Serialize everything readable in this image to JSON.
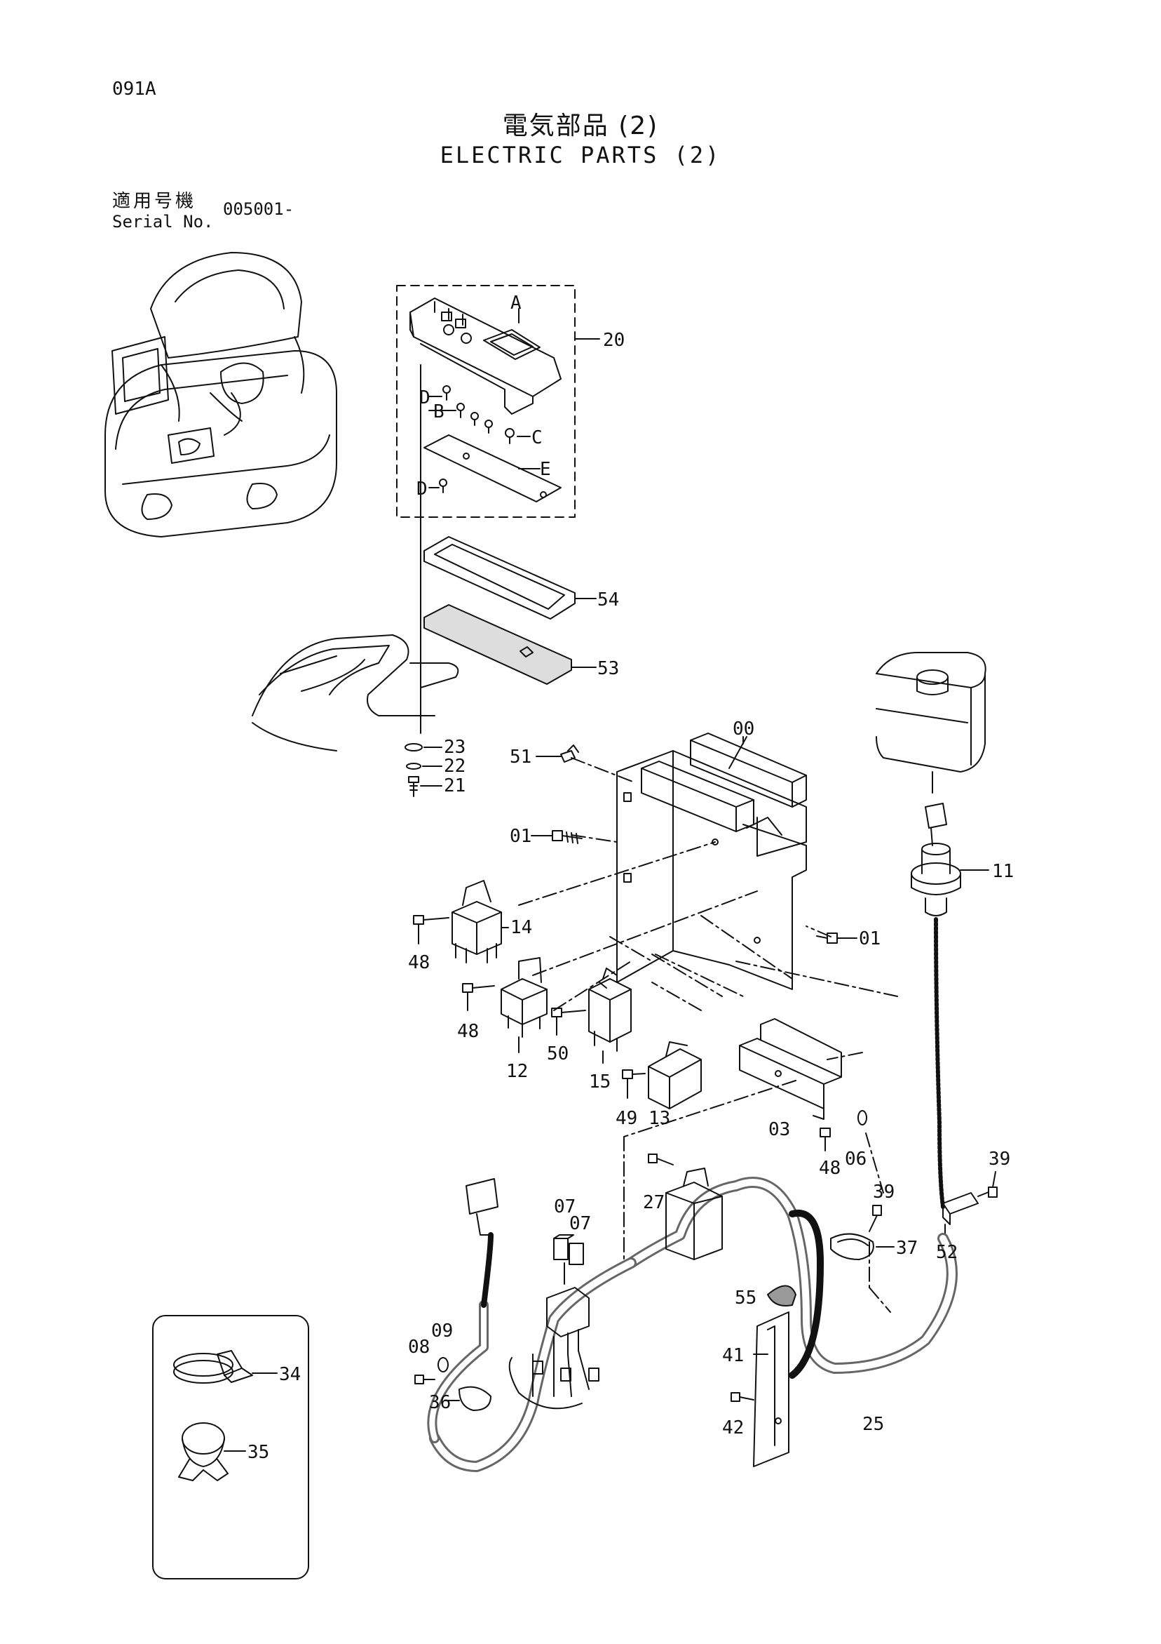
{
  "header": {
    "page_code": "091A",
    "title_jp": "電気部品 (2)",
    "title_en": "ELECTRIC PARTS (2)",
    "serial_label_jp": "適用号機",
    "serial_label_en": "Serial No.",
    "serial_value": "005001-"
  },
  "callouts": {
    "c20": "20",
    "cA": "A",
    "cB": "B",
    "cC": "C",
    "cD1": "D",
    "cD2": "D",
    "cE": "E",
    "c54": "54",
    "c53": "53",
    "c23": "23",
    "c22": "22",
    "c21": "21",
    "c00": "00",
    "c51": "51",
    "c01a": "01",
    "c01b": "01",
    "c11": "11",
    "c14": "14",
    "c48a": "48",
    "c48b": "48",
    "c48c": "48",
    "c12": "12",
    "c50": "50",
    "c15": "15",
    "c49": "49",
    "c13": "13",
    "c03": "03",
    "c06": "06",
    "c39a": "39",
    "c39b": "39",
    "c37": "37",
    "c52": "52",
    "c27": "27",
    "c07a": "07",
    "c07b": "07",
    "c55": "55",
    "c41": "41",
    "c42": "42",
    "c25": "25",
    "c09": "09",
    "c08": "08",
    "c36": "36",
    "c34": "34",
    "c35": "35"
  }
}
